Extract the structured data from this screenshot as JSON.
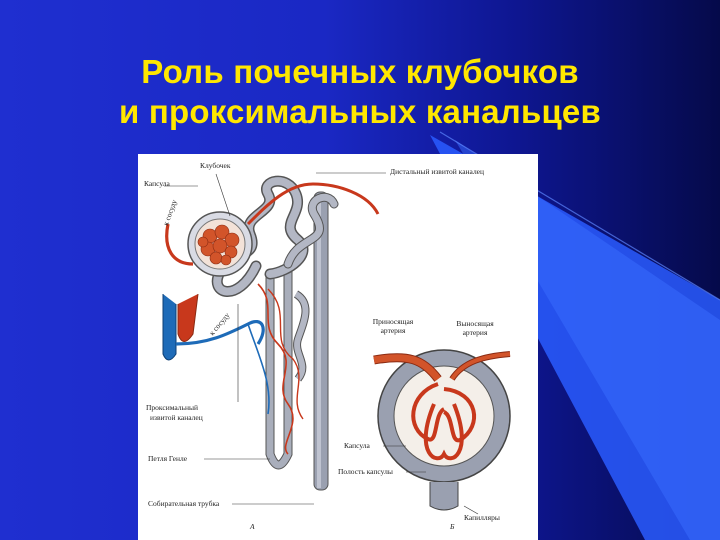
{
  "slide": {
    "title_line1": "Роль почечных клубочков",
    "title_line2": "и проксимальных канальцев",
    "colors": {
      "background": "#1f2fd0",
      "title": "#ffe700",
      "accent_band": "#2a5cff"
    }
  },
  "figure": {
    "labels": {
      "glomerulus": "Клубочек",
      "capsule": "Капсула",
      "distal_tubule": "Дистальный извитой каналец",
      "afferent_vessel": "к сосуду",
      "efferent_vessel": "к сосуду",
      "proximal_line1": "Проксимальный",
      "proximal_line2": "извитой каналец",
      "henle_loop": "Петля Генле",
      "collecting_duct": "Собирательная трубка",
      "afferent_artery_line1": "Приносящая",
      "afferent_artery_line2": "артерия",
      "efferent_artery_line1": "Выносящая",
      "efferent_artery_line2": "артерия",
      "capsule_b": "Капсула",
      "capsule_cavity": "Полость капсулы",
      "capillaries": "Капилляры",
      "panel_a": "А",
      "panel_b": "Б"
    }
  }
}
